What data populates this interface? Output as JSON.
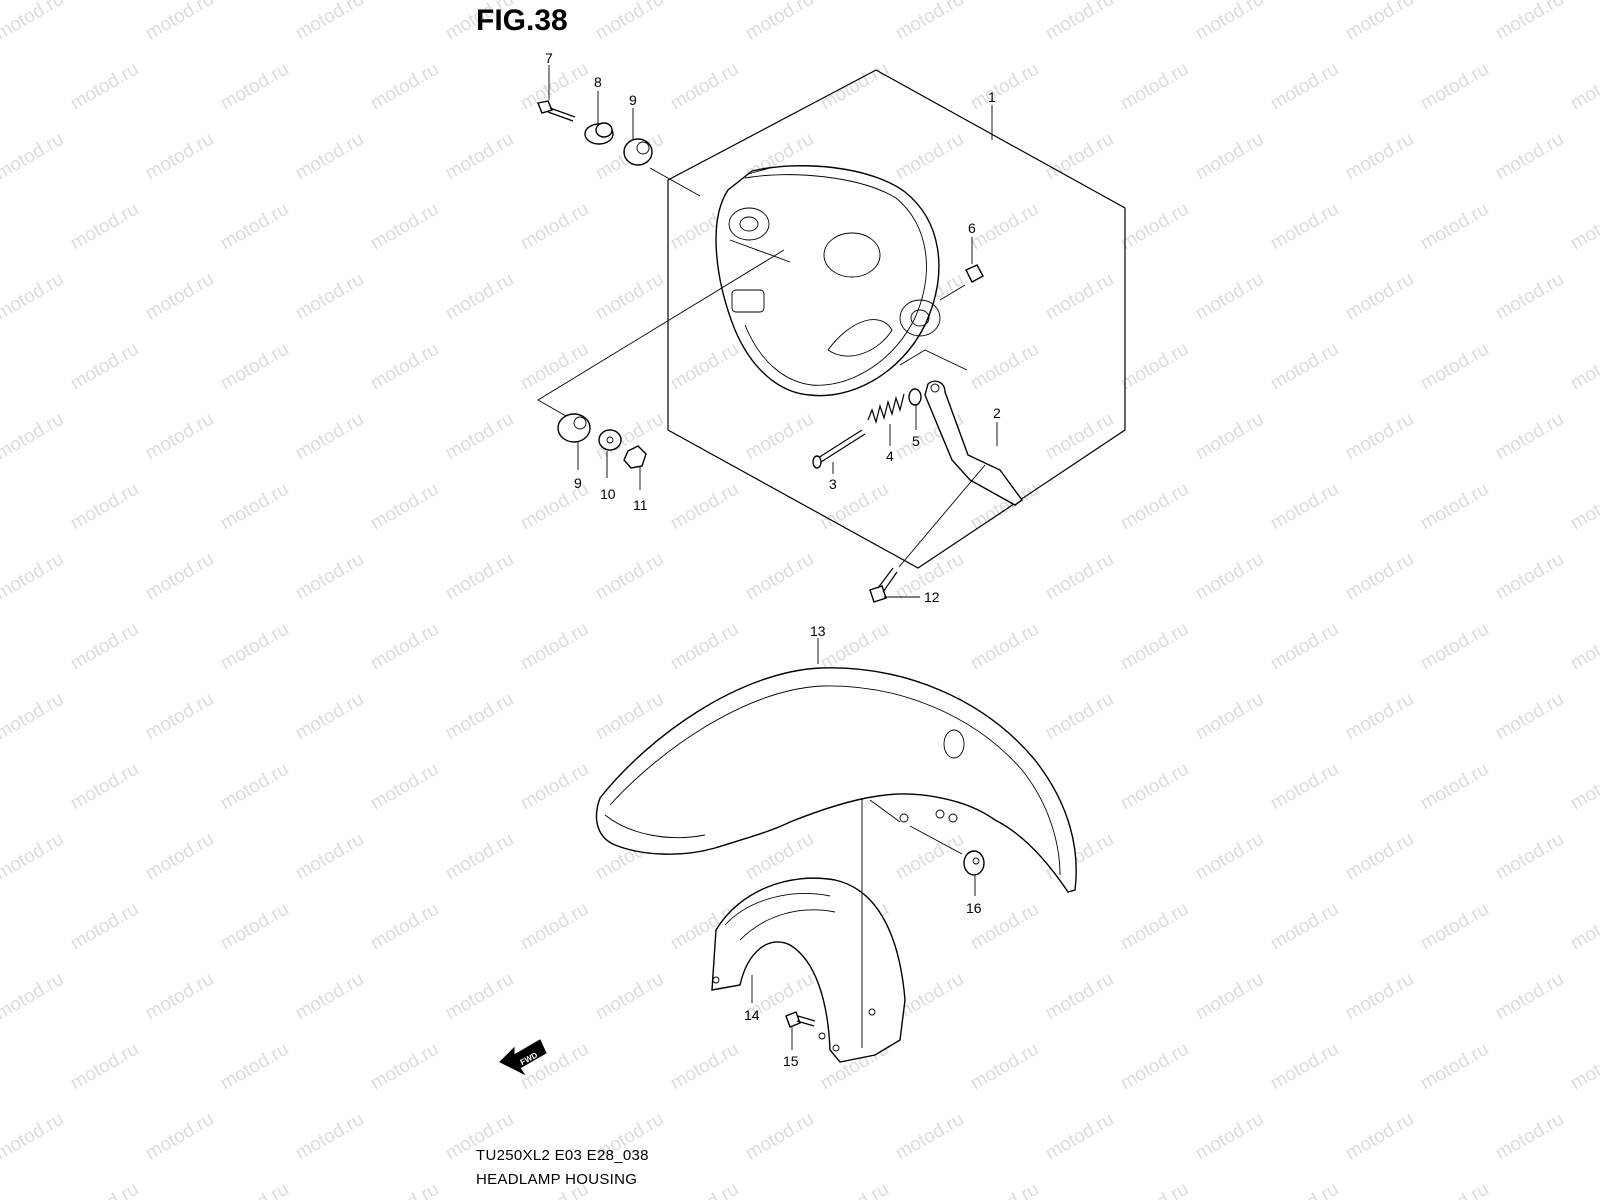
{
  "figure": {
    "title": "FIG.38"
  },
  "footer": {
    "model_code": "TU250XL2 E03 E28_038",
    "section_name": "HEADLAMP HOUSING"
  },
  "watermark": {
    "text": "motod.ru",
    "color": "#dcdcdc"
  },
  "callouts": [
    "7",
    "8",
    "9",
    "1",
    "6",
    "2",
    "5",
    "4",
    "3",
    "9",
    "10",
    "11",
    "12",
    "13",
    "16",
    "14",
    "15"
  ],
  "direction_marker": {
    "label": "FWD",
    "icon": "forward-arrow-icon"
  },
  "colors": {
    "line": "#000000",
    "background": "#ffffff"
  }
}
